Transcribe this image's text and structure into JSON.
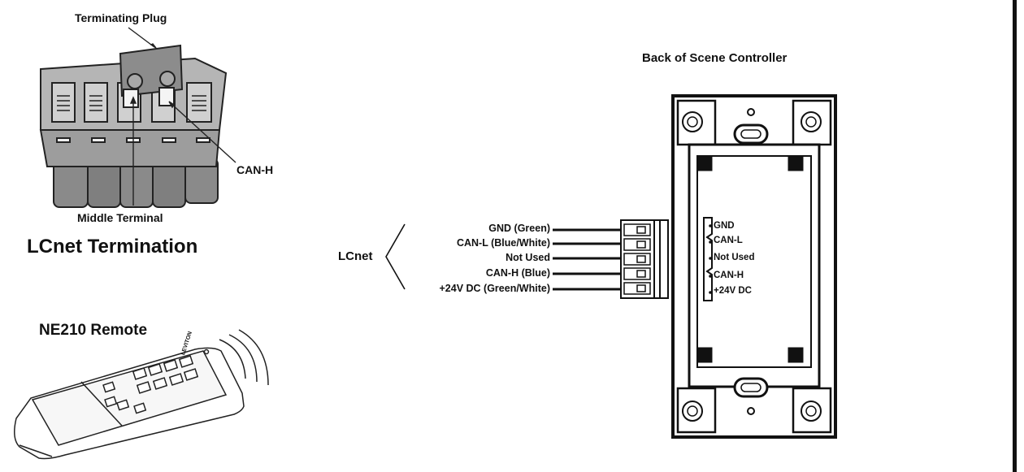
{
  "termination": {
    "plug_label": "Terminating Plug",
    "canh_label": "CAN-H",
    "middle_label": "Middle Terminal",
    "title": "LCnet Termination"
  },
  "remote": {
    "title": "NE210 Remote",
    "brand": "LEVITON"
  },
  "controller": {
    "title": "Back of Scene Controller"
  },
  "lcnet": {
    "label": "LCnet",
    "wires": [
      "GND (Green)",
      "CAN-L (Blue/White)",
      "Not Used",
      "CAN-H (Blue)",
      "+24V DC (Green/White)"
    ],
    "pins": [
      "GND",
      "CAN-L",
      "Not Used",
      "CAN-H",
      "+24V DC"
    ]
  }
}
